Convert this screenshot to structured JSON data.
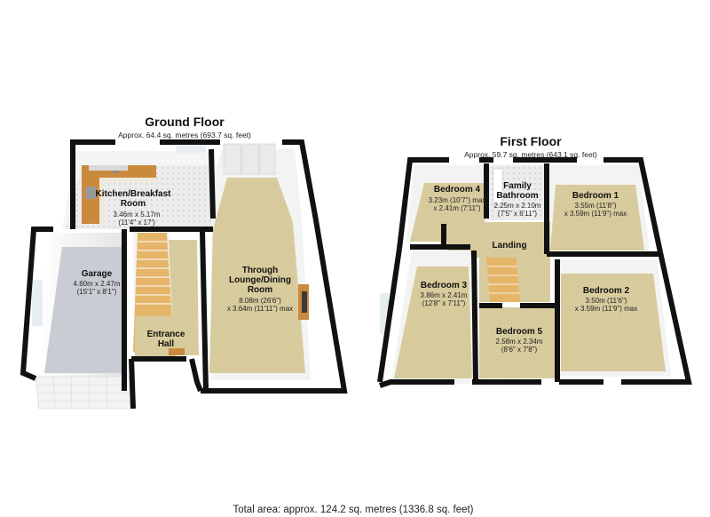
{
  "ground_floor": {
    "title": "Ground Floor",
    "area": "Approx. 64.4 sq. metres (693.7 sq. feet)",
    "rooms": {
      "kitchen": {
        "name1": "Kitchen/Breakfast",
        "name2": "Room",
        "dim1": "3.46m x 5.17m",
        "dim2": "(11'4\" x 17')"
      },
      "garage": {
        "name1": "Garage",
        "dim1": "4.60m x 2.47m",
        "dim2": "(15'1\" x 8'1\")"
      },
      "lounge": {
        "name1": "Through",
        "name2": "Lounge/Dining",
        "name3": "Room",
        "dim1": "8.08m (26'6\")",
        "dim2": "x 3.64m (11'11\") max"
      },
      "hall": {
        "name1": "Entrance",
        "name2": "Hall"
      }
    }
  },
  "first_floor": {
    "title": "First Floor",
    "area": "Approx. 59.7 sq. metres (643.1 sq. feet)",
    "rooms": {
      "bedroom4": {
        "name1": "Bedroom 4",
        "dim1": "3.23m (10'7\") max",
        "dim2": "x 2.41m (7'11\")"
      },
      "bathroom": {
        "name1": "Family",
        "name2": "Bathroom",
        "dim1": "2.25m x 2.10m",
        "dim2": "(7'5\" x 6'11\")"
      },
      "bedroom1": {
        "name1": "Bedroom 1",
        "dim1": "3.55m (11'8\")",
        "dim2": "x 3.59m (11'9\") max"
      },
      "landing": {
        "name1": "Landing"
      },
      "bedroom3": {
        "name1": "Bedroom 3",
        "dim1": "3.86m x 2.41m",
        "dim2": "(12'8\" x 7'11\")"
      },
      "bedroom2": {
        "name1": "Bedroom 2",
        "dim1": "3.50m (11'6\")",
        "dim2": "x 3.59m (11'9\") max"
      },
      "bedroom5": {
        "name1": "Bedroom 5",
        "dim1": "2.58m x 2.34m",
        "dim2": "(8'6\" x 7'8\")"
      }
    }
  },
  "total_area": "Total area: approx. 124.2 sq. metres (1336.8 sq. feet)",
  "colors": {
    "carpet": "#d8cc9e",
    "garage_floor": "#c9ccd3",
    "tile_floor": "#e9e9e9",
    "wall": "#111111",
    "kitchen_unit": "#c98a3e",
    "worktop": "#efe9d9"
  }
}
